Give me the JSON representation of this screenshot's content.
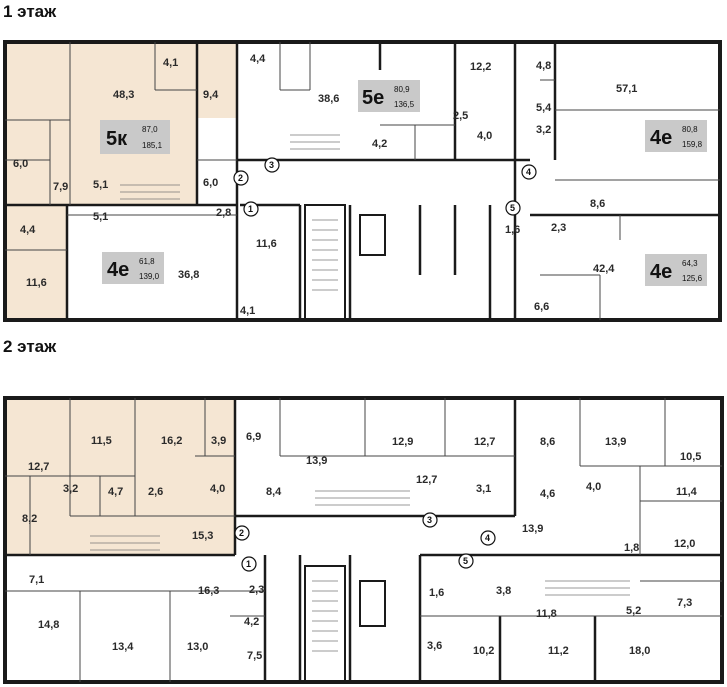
{
  "floors": [
    {
      "title": "1 этаж",
      "units": [
        {
          "type": "5к",
          "area": "87,0",
          "total": "185,1"
        },
        {
          "type": "5е",
          "area": "80,9",
          "total": "136,5"
        },
        {
          "type": "4е",
          "area": "80,8",
          "total": "159,8"
        },
        {
          "type": "4е",
          "area": "61,8",
          "total": "139,0"
        },
        {
          "type": "4е",
          "area": "64,3",
          "total": "125,6"
        }
      ],
      "rooms": [
        "48,3",
        "4,1",
        "9,4",
        "6,0",
        "7,9",
        "5,1",
        "6,0",
        "2,8",
        "5,1",
        "4,4",
        "11,6",
        "36,8",
        "11,6",
        "4,1",
        "4,4",
        "38,6",
        "4,2",
        "12,2",
        "2,5",
        "4,0",
        "1,6",
        "2,3",
        "6,6",
        "4,8",
        "57,1",
        "5,4",
        "3,2",
        "8,6",
        "42,4"
      ],
      "markers": [
        "1",
        "2",
        "3",
        "4",
        "5"
      ]
    },
    {
      "title": "2 этаж",
      "rooms": [
        "12,7",
        "11,5",
        "16,2",
        "3,9",
        "3,2",
        "4,7",
        "2,6",
        "4,0",
        "8,2",
        "15,3",
        "6,9",
        "13,9",
        "12,9",
        "12,7",
        "8,4",
        "12,7",
        "3,1",
        "8,6",
        "13,9",
        "10,5",
        "4,6",
        "4,0",
        "11,4",
        "13,9",
        "1,8",
        "12,0",
        "7,1",
        "14,8",
        "16,3",
        "2,3",
        "13,4",
        "13,0",
        "4,2",
        "7,5",
        "1,6",
        "3,8",
        "11,8",
        "5,2",
        "7,3",
        "3,6",
        "10,2",
        "11,2",
        "18,0"
      ],
      "markers": [
        "1",
        "2",
        "3",
        "4",
        "5"
      ]
    }
  ],
  "colors": {
    "highlight": "#f5e6d3",
    "tag_bg": "#c9c9c9",
    "wall": "#1a1a1a",
    "marker_arrow": "#c0392b"
  }
}
